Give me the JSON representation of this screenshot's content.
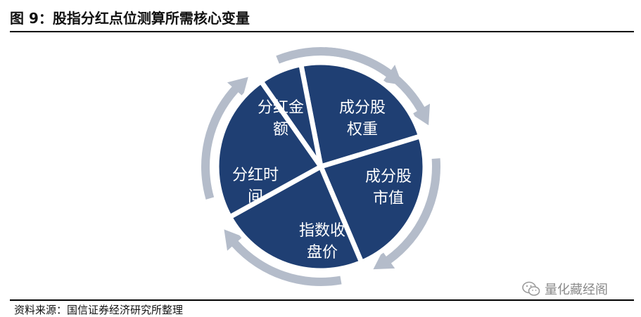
{
  "figure": {
    "title": "图 9：股指分红点位测算所需核心变量",
    "source": "资料来源：国信证券经济研究所整理",
    "watermark": "量化藏经阁"
  },
  "diagram": {
    "segments": [
      {
        "line1": "分红金",
        "line2": "额"
      },
      {
        "line1": "成分股",
        "line2": "权重"
      },
      {
        "line1": "成分股",
        "line2": "市值"
      },
      {
        "line1": "指数收",
        "line2": "盘价"
      },
      {
        "line1": "分红时",
        "line2": "间"
      }
    ],
    "colors": {
      "segment_fill": "#1f3f73",
      "arrow_ring": "#b4bcca",
      "divider": "#ffffff"
    }
  }
}
